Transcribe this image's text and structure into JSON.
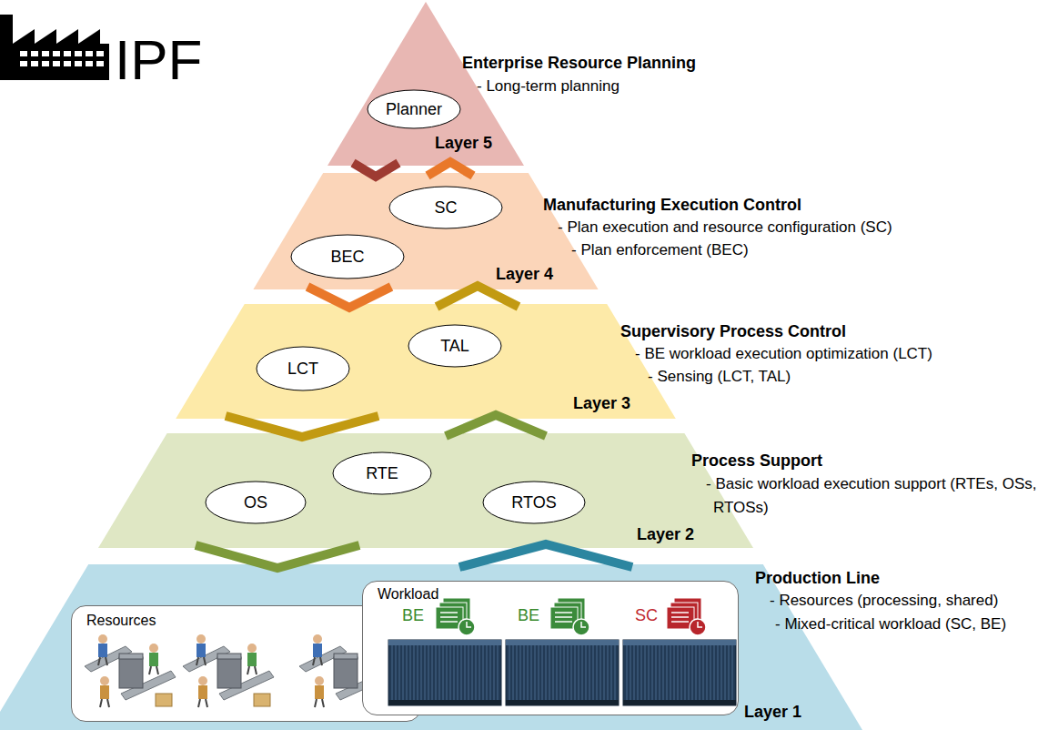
{
  "diagram": {
    "nodes": [
      {
        "text": [
          "Enterprise Resource Planning",
          "- Long-term planning",
          "Layer 5"
        ]
      },
      {
        "text": [
          "Planner"
        ],
        "in": 0
      },
      {
        "text": [
          "Manufacturing Execution Control",
          "- Plan execution and resource configuration (SC)",
          "- Plan enforcement (BEC)",
          "Layer 4"
        ]
      },
      {
        "text": [
          "SC"
        ],
        "in": 2
      },
      {
        "text": [
          "BEC"
        ],
        "in": 2
      },
      {
        "text": [
          "Supervisory Process Control",
          "- BE workload execution optimization (LCT)",
          "- Sensing (LCT, TAL)",
          "Layer 3"
        ]
      },
      {
        "text": [
          "TAL"
        ],
        "in": 5
      },
      {
        "text": [
          "LCT"
        ],
        "in": 5
      },
      {
        "text": [
          "Process Support",
          "- Basic workload execution support (RTEs, OSs, RTOSs)",
          "Layer 2"
        ]
      },
      {
        "text": [
          "RTE"
        ],
        "in": 8
      },
      {
        "text": [
          "OS"
        ],
        "in": 8
      },
      {
        "text": [
          "RTOS"
        ],
        "in": 8
      },
      {
        "text": [
          "Production Line",
          "- Resources (processing, shared)",
          "- Mixed-critical workload (SC, BE)",
          "Layer 1"
        ]
      },
      {
        "text": [
          "Resources"
        ],
        "in": 12
      },
      {
        "text": [
          "Workload"
        ],
        "in": 12
      }
    ],
    "edges": [
      {
        "from": 0,
        "to": 2,
        "arrow": "to"
      },
      {
        "from": 2,
        "to": 0,
        "arrow": "to"
      },
      {
        "from": 2,
        "to": 5,
        "arrow": "to"
      },
      {
        "from": 5,
        "to": 2,
        "arrow": "to"
      },
      {
        "from": 5,
        "to": 8,
        "arrow": "to"
      },
      {
        "from": 8,
        "to": 5,
        "arrow": "to"
      },
      {
        "from": 8,
        "to": 12,
        "arrow": "to"
      },
      {
        "from": 12,
        "to": 8,
        "arrow": "to"
      }
    ],
    "labels": [
      "IPF",
      "BE",
      "BE",
      "SC"
    ]
  }
}
